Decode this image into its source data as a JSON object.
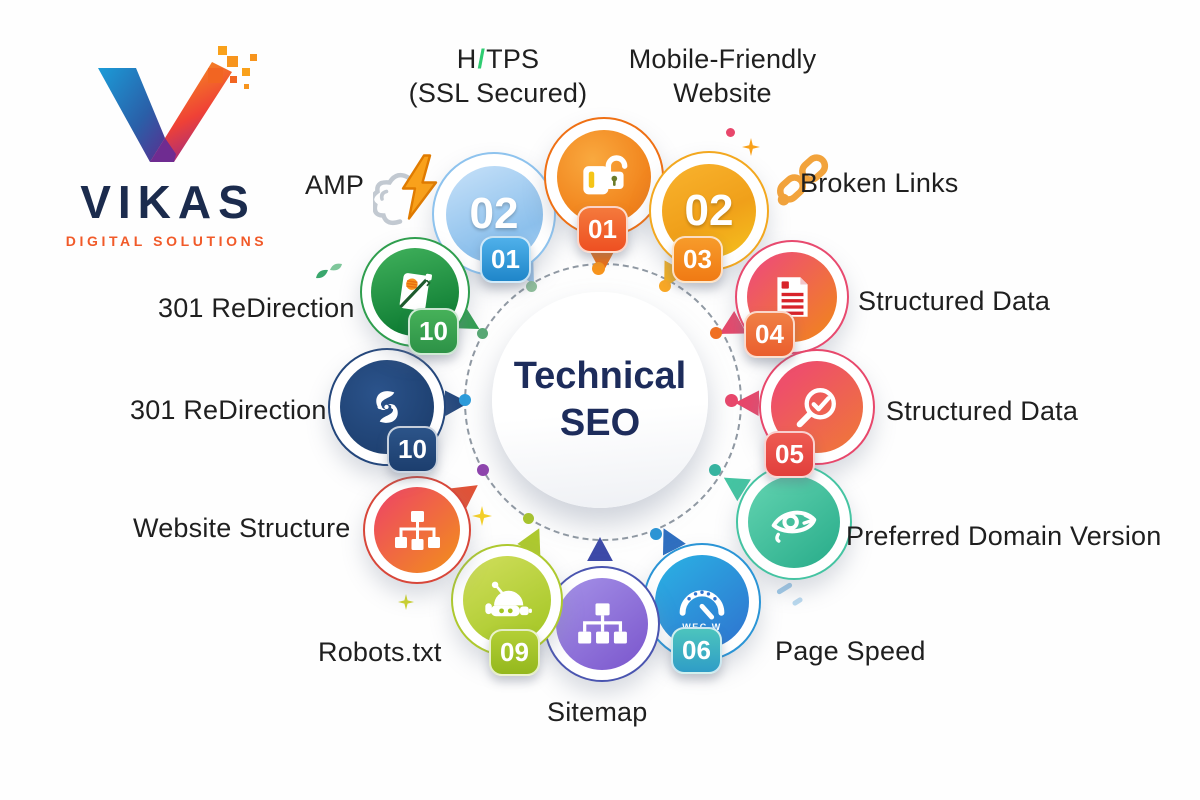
{
  "brand": {
    "name": "VIKAS",
    "tagline": "DIGITAL SOLUTIONS"
  },
  "center": {
    "line1": "Technical",
    "line2": "SEO"
  },
  "nodes": {
    "amp": {
      "label": "AMP",
      "circle_number": "02",
      "badge": "01"
    },
    "https": {
      "label_pre": "H",
      "label_slash": "/",
      "label_post": "TPS",
      "label_line2": "(SSL Secured)",
      "badge": "01"
    },
    "mobile": {
      "label_line1": "Mobile-Friendly",
      "label_line2": "Website",
      "circle_number": "02",
      "badge": "03"
    },
    "broken_links": {
      "label": "Broken Links"
    },
    "structured_data_1": {
      "label": "Structured Data",
      "badge": "04"
    },
    "structured_data_2": {
      "label": "Structured Data",
      "badge": "05"
    },
    "preferred_domain": {
      "label": "Preferred Domain Version"
    },
    "page_speed": {
      "label": "Page Speed",
      "badge": "06",
      "icon_caption": "WEC W"
    },
    "sitemap": {
      "label": "Sitemap"
    },
    "robots": {
      "label": "Robots.txt",
      "badge": "09"
    },
    "website_structure": {
      "label": "Website Structure"
    },
    "redirection_navy": {
      "label": "301 ReDirection",
      "badge": "10"
    },
    "redirection_green": {
      "label": "301 ReDirection",
      "badge": "10"
    }
  },
  "palette": {
    "background": "#ffffff",
    "title_navy": "#1d2c5b",
    "label_text": "#1f1f1f",
    "brand_navy": "#1b2b4d",
    "brand_orange": "#f15a29",
    "https_slash_green": "#2ecc71",
    "orange": "#f07e17",
    "amber": "#f5a81f",
    "light_blue": "#8cc0ec",
    "blue": "#2b95d6",
    "pink": "#e8476b",
    "coral_orange": "#f1851c",
    "teal": "#35b5a0",
    "purple": "#7a55cc",
    "lime": "#a2c522",
    "red_orange": "#e05338",
    "navy": "#24477c",
    "green": "#2f9e4e"
  }
}
